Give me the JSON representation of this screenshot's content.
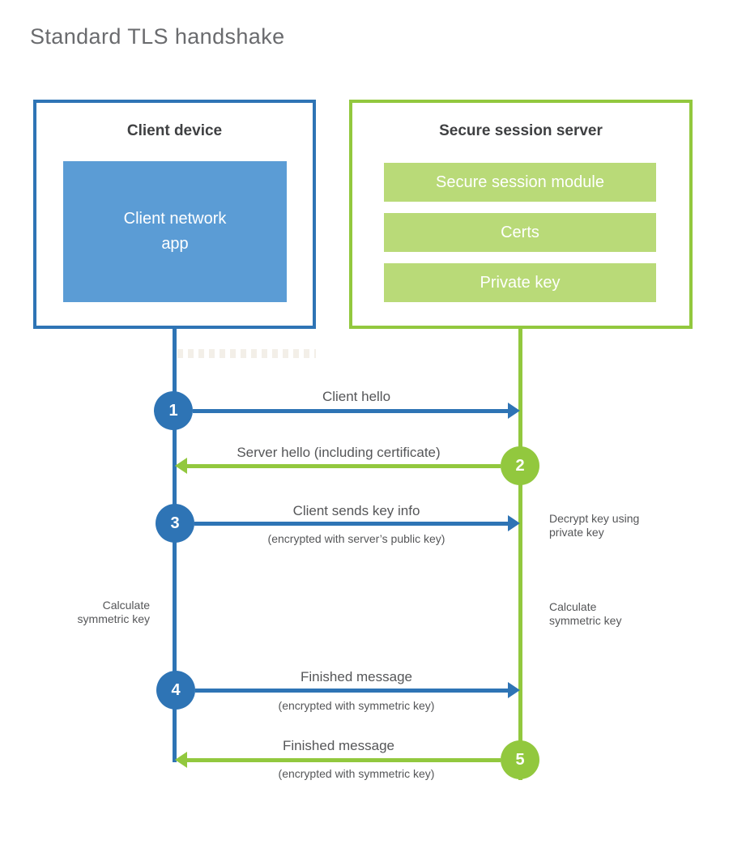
{
  "title": "Standard TLS handshake",
  "colors": {
    "blue": "#2e74b5",
    "blue_light": "#5b9cd5",
    "green": "#92c83e",
    "green_light": "#b9da78",
    "heading_text": "#3f4042",
    "label_text": "#555658",
    "title_text": "#6a6b6e"
  },
  "client": {
    "title": "Client device",
    "app_label": "Client network\napp"
  },
  "server": {
    "title": "Secure session server",
    "modules": [
      "Secure session module",
      "Certs",
      "Private key"
    ]
  },
  "steps": [
    {
      "num": "1",
      "label": "Client hello",
      "sublabel": ""
    },
    {
      "num": "2",
      "label": "Server hello (including certificate)",
      "sublabel": ""
    },
    {
      "num": "3",
      "label": "Client sends key info",
      "sublabel": "(encrypted with server’s public key)"
    },
    {
      "num": "4",
      "label": "Finished message",
      "sublabel": "(encrypted with symmetric key)"
    },
    {
      "num": "5",
      "label": "Finished message",
      "sublabel": "(encrypted with symmetric key)"
    }
  ],
  "notes": {
    "decrypt": "Decrypt key using\nprivate key",
    "calc_left": "Calculate\nsymmetric key",
    "calc_right": "Calculate\nsymmetric key"
  }
}
